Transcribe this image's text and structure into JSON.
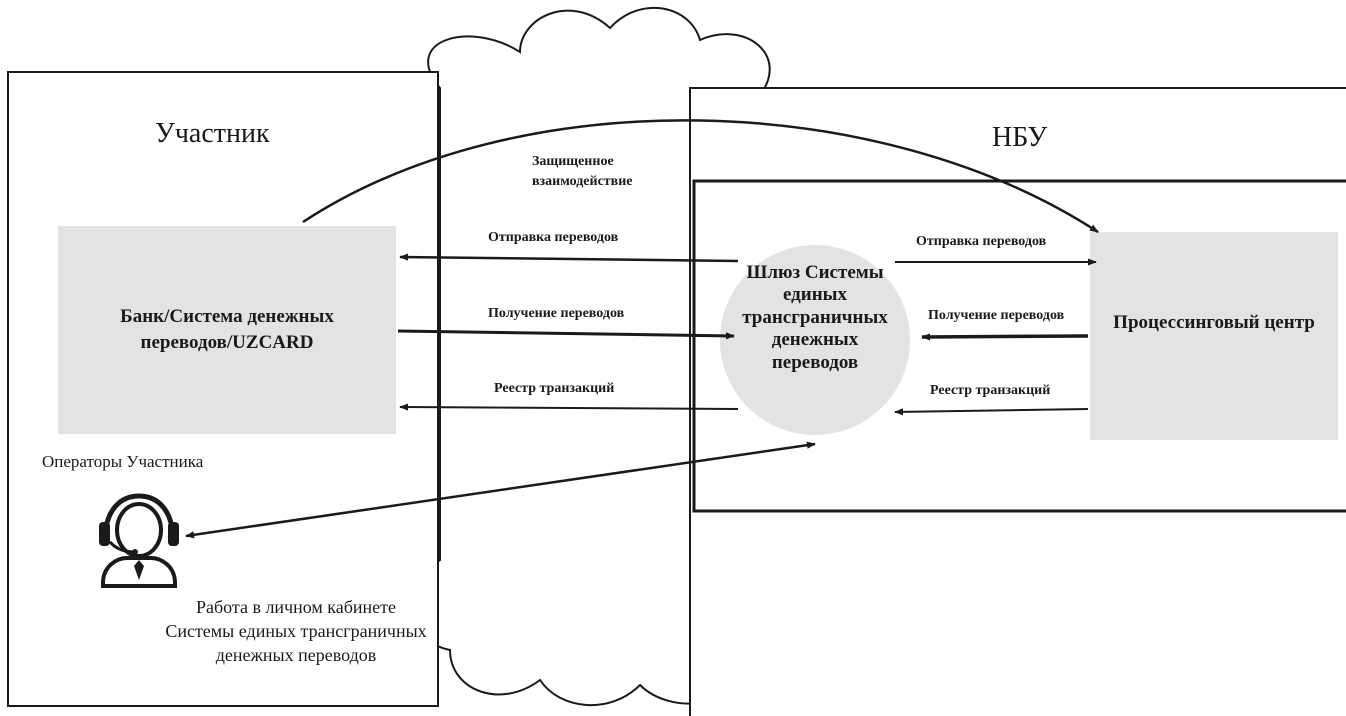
{
  "participant": {
    "title": "Участник",
    "bank_box": "Банк/Система денежных переводов/UZCARD",
    "operators_label": "Операторы Участника",
    "operators_icon": "operator-headset-icon",
    "work_text": "Работа в личном кабинете Системы единых трансграничных денежных переводов"
  },
  "nbu": {
    "title": "НБУ",
    "processing_center": "Процессинговый центр"
  },
  "gateway": {
    "label": "Шлюз Системы единых трансграничных денежных переводов"
  },
  "secure_link": {
    "label": "Защищенное взаимодействие"
  },
  "flows": {
    "left": {
      "send": "Отправка переводов",
      "receive": "Получение переводов",
      "registry": "Реестр транзакций"
    },
    "right": {
      "send": "Отправка переводов",
      "receive": "Получение переводов",
      "registry": "Реестр транзакций"
    }
  }
}
